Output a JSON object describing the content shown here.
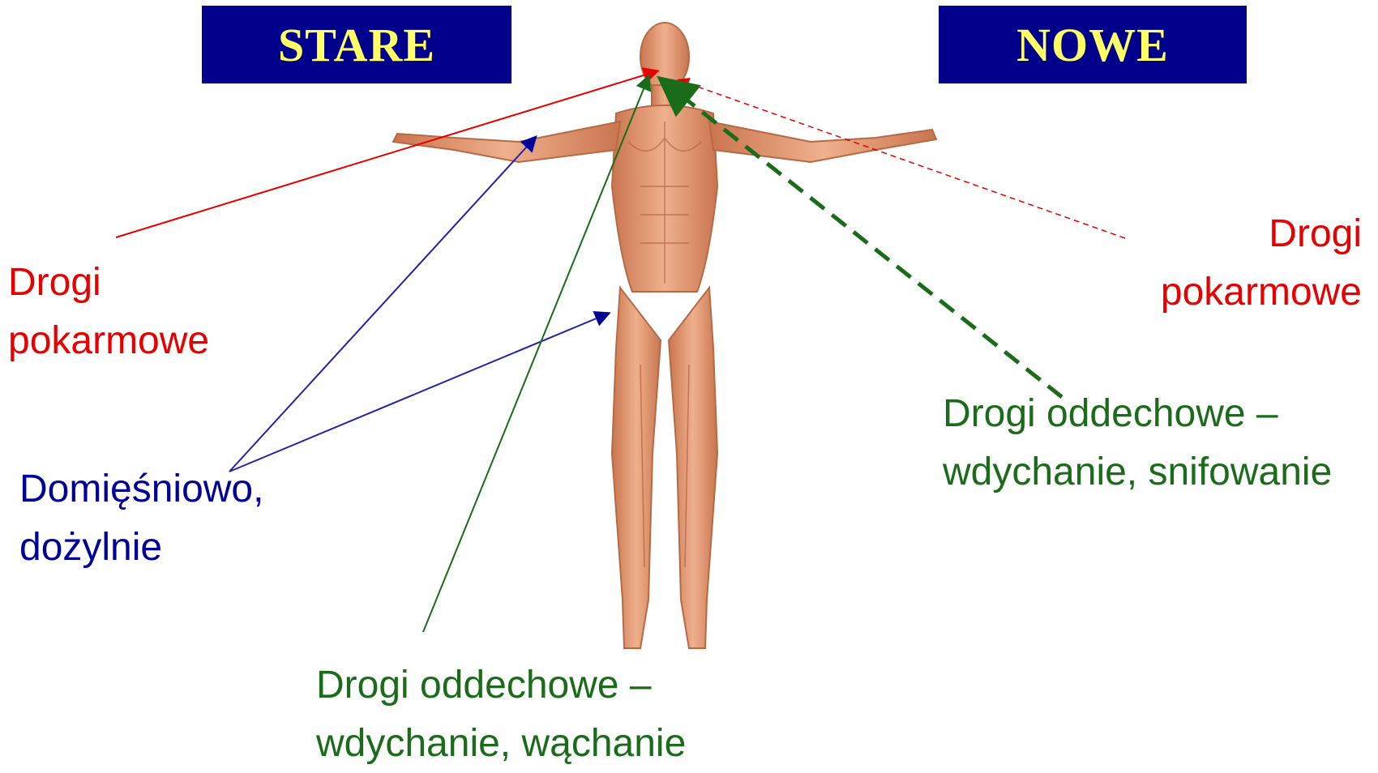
{
  "headers": {
    "old": "STARE",
    "new": "NOWE",
    "color_box": "#00008b",
    "color_text": "#ffff66"
  },
  "labels": {
    "oral_old": [
      "Drogi",
      "pokarmowe"
    ],
    "injection": [
      "Domięśniowo,",
      "dożylnie"
    ],
    "respiratory_old": [
      "Drogi oddechowe –",
      "wdychanie, wąchanie"
    ],
    "oral_new": [
      "Drogi",
      "pokarmowe"
    ],
    "respiratory_new": [
      "Drogi oddechowe –",
      "wdychanie, snifowanie"
    ]
  },
  "colors": {
    "oral": "#e60000",
    "injection": "#000099",
    "respiratory": "#1a6b1a",
    "skin": "#e8a27e"
  }
}
